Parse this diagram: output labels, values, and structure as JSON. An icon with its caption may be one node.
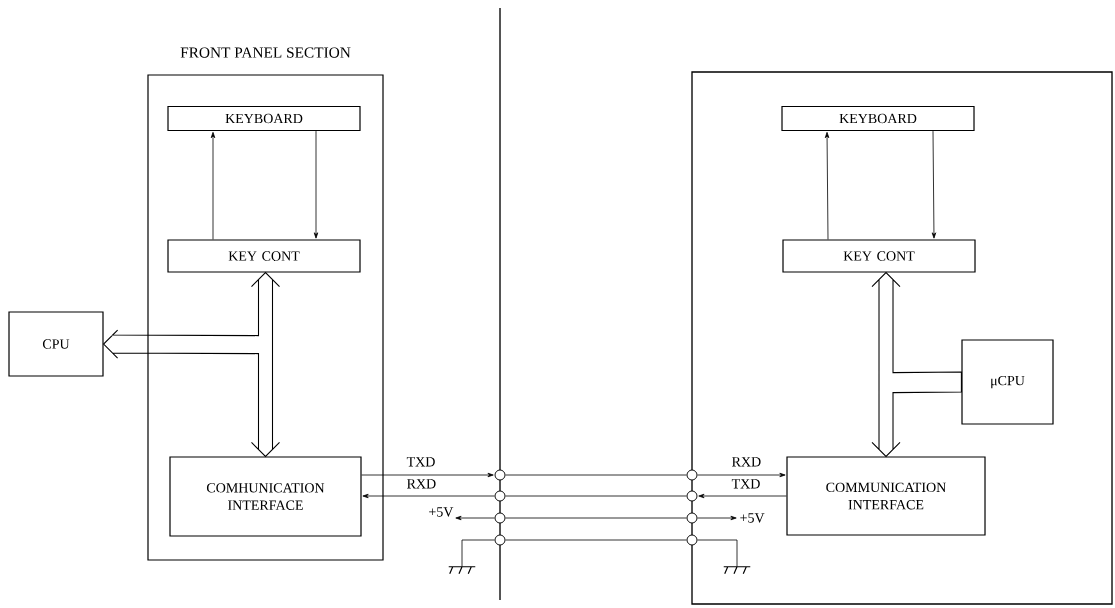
{
  "diagram": {
    "nodes": [
      {
        "text": [
          "FRONT PANEL SECTION"
        ]
      },
      {
        "text": [
          "KEYBOARD"
        ],
        "in": 0
      },
      {
        "text": [
          "KEY CONT"
        ],
        "in": 0
      },
      {
        "text": [
          "COMHUNICATION INTERFACE"
        ],
        "in": 0
      },
      {
        "text": [
          "CPU"
        ]
      },
      {
        "text": [],
        "shape": "box"
      },
      {
        "text": [
          "KEYBOARD"
        ],
        "in": 5
      },
      {
        "text": [
          "KEY CONT"
        ],
        "in": 5
      },
      {
        "text": [
          "μCPU"
        ],
        "in": 5
      },
      {
        "text": [
          "COMMUNICATION INTERFACE"
        ],
        "in": 5
      },
      {
        "text": [],
        "shape": "circle"
      },
      {
        "text": [],
        "shape": "circle"
      },
      {
        "text": [],
        "shape": "circle"
      },
      {
        "text": [],
        "shape": "circle"
      },
      {
        "text": [],
        "shape": "circle"
      },
      {
        "text": [],
        "shape": "circle"
      },
      {
        "text": [],
        "shape": "circle"
      },
      {
        "text": [],
        "shape": "circle"
      },
      {
        "text": [],
        "shape": "ground"
      },
      {
        "text": [],
        "shape": "ground",
        "in": 5
      }
    ],
    "edges": [
      {
        "from": 2,
        "to": 1,
        "arrow": "to"
      },
      {
        "from": 1,
        "to": 2,
        "arrow": "to"
      },
      {
        "from": 2,
        "to": 3,
        "arrow": "both"
      },
      {
        "from": 2,
        "to": 4,
        "arrow": "to"
      },
      {
        "from": 3,
        "to": 10,
        "arrow": "to",
        "label": "TXD"
      },
      {
        "from": 11,
        "to": 3,
        "arrow": "to",
        "label": "RXD"
      },
      {
        "from": 12,
        "to": null,
        "arrow": "to",
        "label": "+5V"
      },
      {
        "from": 13,
        "to": 18,
        "arrow": "none"
      },
      {
        "from": 10,
        "to": 14,
        "arrow": "none"
      },
      {
        "from": 11,
        "to": 15,
        "arrow": "none"
      },
      {
        "from": 12,
        "to": 16,
        "arrow": "none"
      },
      {
        "from": 13,
        "to": 17,
        "arrow": "none"
      },
      {
        "from": 7,
        "to": 6,
        "arrow": "to"
      },
      {
        "from": 6,
        "to": 7,
        "arrow": "to"
      },
      {
        "from": 7,
        "to": 9,
        "arrow": "both"
      },
      {
        "from": 8,
        "to": 7,
        "arrow": "none"
      },
      {
        "from": 14,
        "to": 9,
        "arrow": "to",
        "label": "RXD"
      },
      {
        "from": 9,
        "to": 15,
        "arrow": "to",
        "label": "TXD"
      },
      {
        "from": 16,
        "to": null,
        "arrow": "to",
        "label": "+5V"
      },
      {
        "from": 17,
        "to": 19,
        "arrow": "none"
      }
    ]
  }
}
